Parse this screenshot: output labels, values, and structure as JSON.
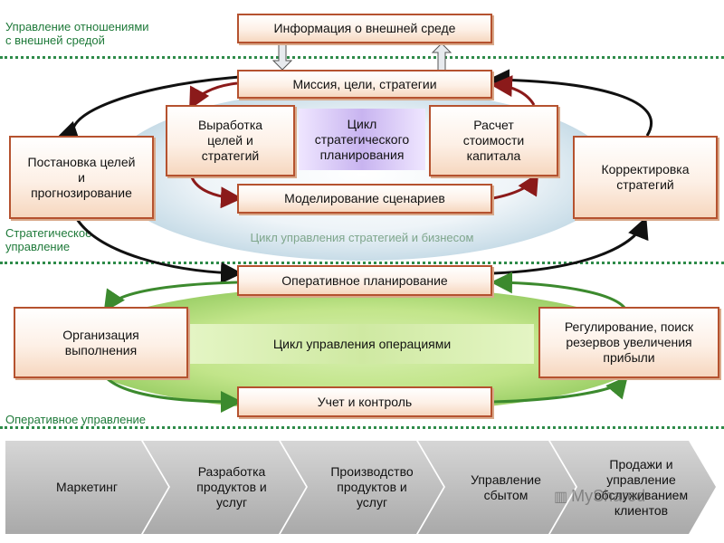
{
  "sections": {
    "external": "Управление отношениями\nс внешней средой",
    "strategic": "Стратегическое\nуправление",
    "operational": "Оперативное управление"
  },
  "boxes": {
    "info_external": "Информация о внешней среде",
    "mission": "Миссия, цели, стратегии",
    "develop_goals": "Выработка\nцелей и\nстратегий",
    "strategic_cycle": "Цикл\nстратегического\nпланирования",
    "capital_cost": "Расчет\nстоимости\nкапитала",
    "goal_setting": "Постановка целей\nи\nпрогнозирование",
    "strategy_adjust": "Корректировка\nстратегий",
    "scenario_modeling": "Моделирование сценариев",
    "strategy_business_cycle": "Цикл управления стратегией и бизнесом",
    "operational_planning": "Оперативное планирование",
    "execution": "Организация\nвыполнения",
    "operations_cycle": "Цикл управления операциями",
    "regulation": "Регулирование, поиск\nрезервов увеличения\nприбыли",
    "accounting_control": "Учет и контроль"
  },
  "chain": [
    "Маркетинг",
    "Разработка\nпродуктов и\nуслуг",
    "Производство\nпродуктов и\nуслуг",
    "Управление\nсбытом",
    "Продажи и\nуправление\nобслуживанием\nклиентов"
  ],
  "watermark": "MyShared",
  "colors": {
    "section_green": "#1f7a3a",
    "arrow_dark_red": "#8b1a1a",
    "arrow_green": "#3c8a2e",
    "chevron_gray": "#b9b9b9"
  }
}
